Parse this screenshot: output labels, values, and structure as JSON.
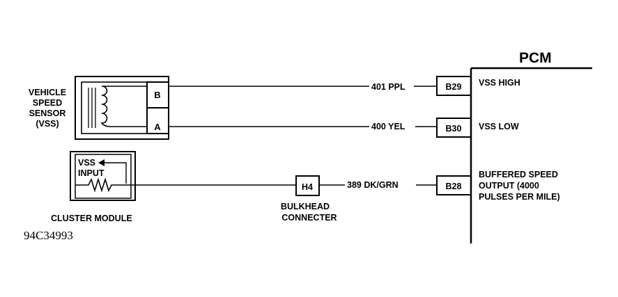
{
  "pcm": {
    "title": "PCM"
  },
  "vss_sensor": {
    "label_lines": [
      "VEHICLE",
      "SPEED",
      "SENSOR",
      "(VSS)"
    ],
    "pin_b": "B",
    "pin_a": "A"
  },
  "cluster": {
    "inner_lines": [
      "VSS",
      "INPUT"
    ],
    "caption": "CLUSTER MODULE"
  },
  "bulkhead": {
    "pin": "H4",
    "caption_lines": [
      "BULKHEAD",
      "CONNECTER"
    ]
  },
  "wires": [
    {
      "label": "401 PPL"
    },
    {
      "label": "400 YEL"
    },
    {
      "label": "389 DK/GRN"
    }
  ],
  "pcm_pins": [
    {
      "pin": "B29",
      "desc_lines": [
        "VSS HIGH"
      ]
    },
    {
      "pin": "B30",
      "desc_lines": [
        "VSS LOW"
      ]
    },
    {
      "pin": "B28",
      "desc_lines": [
        "BUFFERED SPEED",
        "OUTPUT (4000",
        "PULSES PER MILE)"
      ]
    }
  ],
  "figure_id": "94C34993"
}
